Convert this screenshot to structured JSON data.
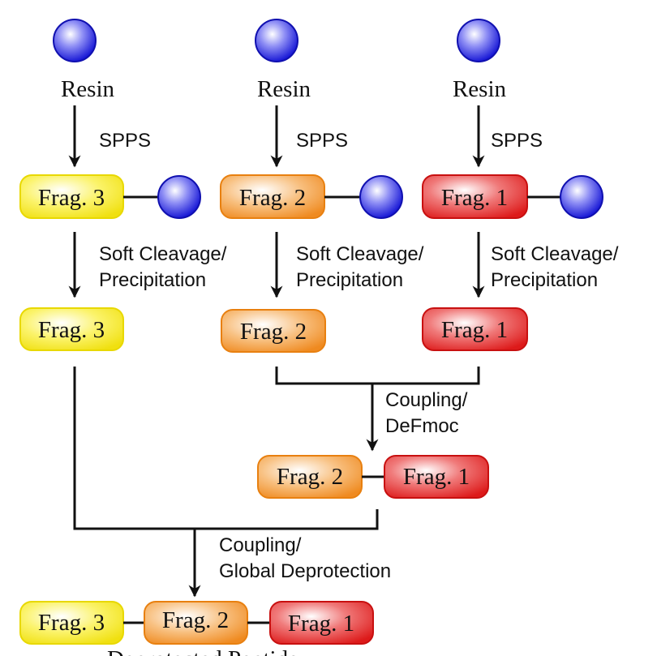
{
  "resin_label": "Resin",
  "step_spps": "SPPS",
  "step_cleavage": [
    "Soft Cleavage/",
    "Precipitation"
  ],
  "step_coupling1": [
    "Coupling/",
    "DeFmoc"
  ],
  "step_coupling2": [
    "Coupling/",
    "Global Deprotection"
  ],
  "fragments": {
    "frag1": "Frag. 1",
    "frag2": "Frag. 2",
    "frag3": "Frag. 3"
  },
  "product_label": "Deprotected Peptide",
  "colors": {
    "frag1": "#e8262a",
    "frag2": "#f39a3a",
    "frag3": "#f2e61a",
    "resin_bead": "#1a1ad6"
  }
}
